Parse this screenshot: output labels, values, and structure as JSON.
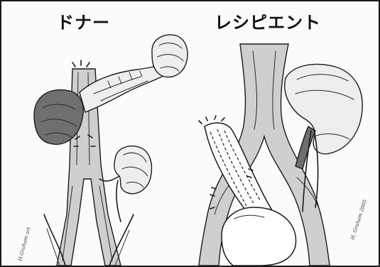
{
  "panels": {
    "donor": {
      "title": "ドナー"
    },
    "recipient": {
      "title": "レシピエント"
    }
  },
  "signatures": {
    "donor": "H.Graham art",
    "recipient": "H. Graham 2005"
  },
  "colors": {
    "ink": "#1b1b1b",
    "paper": "#fbfbfb",
    "shading": "#cfcfcf"
  }
}
